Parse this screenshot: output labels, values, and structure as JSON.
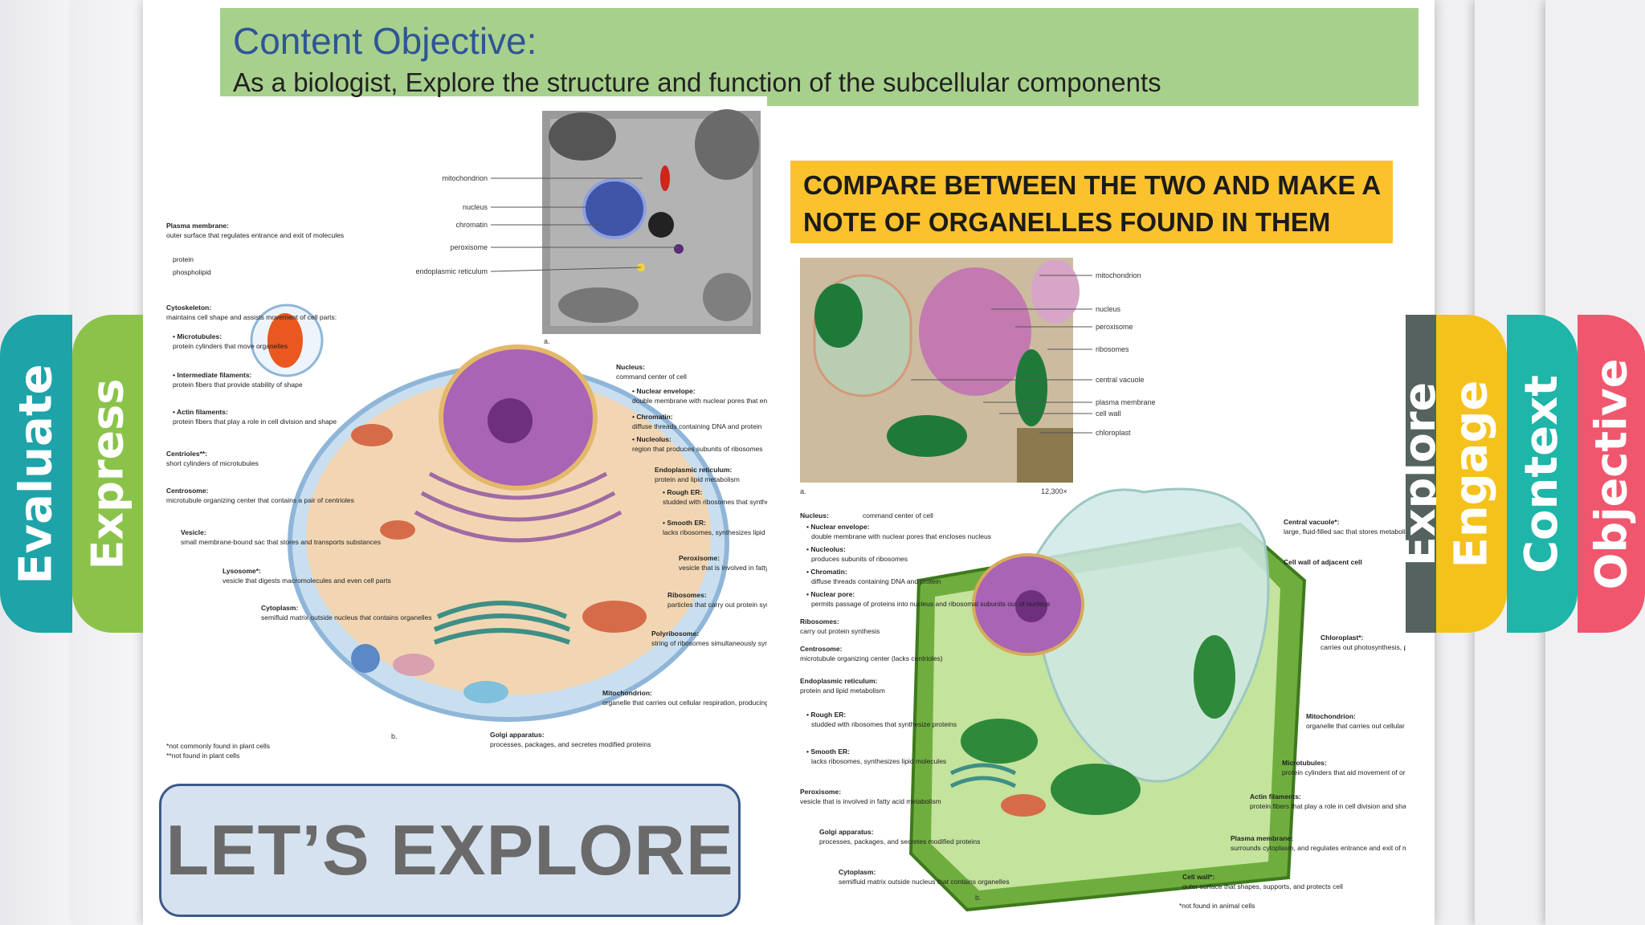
{
  "objective": {
    "title": "Content Objective:",
    "text": "As a biologist, Explore the structure and function of the subcellular components"
  },
  "compare_prompt": "COMPARE BETWEEN THE TWO AND MAKE A NOTE OF ORGANELLES FOUND IN THEM",
  "explore_button": "LET’S EXPLORE",
  "side_tabs": {
    "evaluate": "Evaluate",
    "express": "Express",
    "explore": "Explore",
    "engage": "Engage",
    "context": "Context",
    "objective": "Objective"
  },
  "animal_figure": {
    "micrograph_labels": [
      "mitochondrion",
      "nucleus",
      "chromatin",
      "peroxisome",
      "endoplasmic reticulum"
    ],
    "panel_a": "a.",
    "panel_b": "b.",
    "left_labels": [
      {
        "bold": "Plasma membrane:",
        "text": "outer surface that regulates entrance and exit of molecules"
      },
      {
        "bold": "",
        "text": "protein"
      },
      {
        "bold": "",
        "text": "phospholipid"
      },
      {
        "bold": "Cytoskeleton:",
        "text": "maintains cell shape and assists movement of cell parts:"
      },
      {
        "bold": "• Microtubules:",
        "text": "protein cylinders that move organelles"
      },
      {
        "bold": "• Intermediate filaments:",
        "text": "protein fibers that provide stability of shape"
      },
      {
        "bold": "• Actin filaments:",
        "text": "protein fibers that play a role in cell division and shape"
      },
      {
        "bold": "Centrioles**:",
        "text": "short cylinders of microtubules"
      },
      {
        "bold": "Centrosome:",
        "text": "microtubule organizing center that contains a pair of centrioles"
      },
      {
        "bold": "Vesicle:",
        "text": "small membrane-bound sac that stores and transports substances"
      },
      {
        "bold": "Lysosome*:",
        "text": "vesicle that digests macromolecules and even cell parts"
      },
      {
        "bold": "Cytoplasm:",
        "text": "semifluid matrix outside nucleus that contains organelles"
      }
    ],
    "right_labels": [
      {
        "bold": "Nucleus:",
        "text": "command center of cell"
      },
      {
        "bold": "• Nuclear envelope:",
        "text": "double membrane with nuclear pores that encloses nucleus"
      },
      {
        "bold": "• Chromatin:",
        "text": "diffuse threads containing DNA and protein"
      },
      {
        "bold": "• Nucleolus:",
        "text": "region that produces subunits of ribosomes"
      },
      {
        "bold": "Endoplasmic reticulum:",
        "text": "protein and lipid metabolism"
      },
      {
        "bold": "• Rough ER:",
        "text": "studded with ribosomes that synthesize proteins"
      },
      {
        "bold": "• Smooth ER:",
        "text": "lacks ribosomes, synthesizes lipid molecules"
      },
      {
        "bold": "Peroxisome:",
        "text": "vesicle that is involved in fatty acid metabolism"
      },
      {
        "bold": "Ribosomes:",
        "text": "particles that carry out protein synthesis"
      },
      {
        "bold": "Polyribosome:",
        "text": "string of ribosomes simultaneously synthesizing same protein"
      },
      {
        "bold": "Mitochondrion:",
        "text": "organelle that carries out cellular respiration, producing ATP molecules"
      },
      {
        "bold": "Golgi apparatus:",
        "text": "processes, packages, and secretes modified proteins"
      }
    ],
    "footnotes": [
      "*not commonly found in plant cells",
      "**not found in plant cells"
    ]
  },
  "plant_figure": {
    "micrograph_labels": [
      "mitochondrion",
      "nucleus",
      "peroxisome",
      "ribosomes",
      "central vacuole",
      "plasma membrane",
      "cell wall",
      "chloroplast"
    ],
    "magnification": "12,300×",
    "panel_a": "a.",
    "panel_b": "b.",
    "left_labels": [
      {
        "bold": "Nucleus:",
        "text": "command center of cell"
      },
      {
        "bold": "• Nuclear envelope:",
        "text": "double membrane with nuclear pores that encloses nucleus"
      },
      {
        "bold": "• Nucleolus:",
        "text": "produces subunits of ribosomes"
      },
      {
        "bold": "• Chromatin:",
        "text": "diffuse threads containing DNA and protein"
      },
      {
        "bold": "• Nuclear pore:",
        "text": "permits passage of proteins into nucleus and ribosomal subunits out of nucleus"
      },
      {
        "bold": "Ribosomes:",
        "text": "carry out protein synthesis"
      },
      {
        "bold": "Centrosome:",
        "text": "microtubule organizing center (lacks centrioles)"
      },
      {
        "bold": "Endoplasmic reticulum:",
        "text": "protein and lipid metabolism"
      },
      {
        "bold": "• Rough ER:",
        "text": "studded with ribosomes that synthesize proteins"
      },
      {
        "bold": "• Smooth ER:",
        "text": "lacks ribosomes, synthesizes lipid molecules"
      },
      {
        "bold": "Peroxisome:",
        "text": "vesicle that is involved in fatty acid metabolism"
      },
      {
        "bold": "Golgi apparatus:",
        "text": "processes, packages, and secretes modified proteins"
      },
      {
        "bold": "Cytoplasm:",
        "text": "semifluid matrix outside nucleus that contains organelles"
      }
    ],
    "right_labels": [
      {
        "bold": "Central vacuole*:",
        "text": "large, fluid-filled sac that stores metabolites and helps maintain turgor pressure"
      },
      {
        "bold": "Cell wall of adjacent cell",
        "text": ""
      },
      {
        "bold": "Chloroplast*:",
        "text": "carries out photosynthesis, producing sugars"
      },
      {
        "bold": "Mitochondrion:",
        "text": "organelle that carries out cellular respiration, producing ATP molecules"
      },
      {
        "bold": "Microtubules:",
        "text": "protein cylinders that aid movement of organelles"
      },
      {
        "bold": "Actin filaments:",
        "text": "protein fibers that play a role in cell division and shape"
      },
      {
        "bold": "Plasma membrane:",
        "text": "surrounds cytoplasm, and regulates entrance and exit of molecules"
      },
      {
        "bold": "Cell wall*:",
        "text": "outer surface that shapes, supports, and protects cell"
      }
    ],
    "footnote": "*not found in animal cells"
  },
  "colors": {
    "objective_bg": "#a8d08d",
    "objective_title": "#2f5597",
    "compare_bg": "#fcc22e",
    "button_bg": "#d7e2f0",
    "evaluate": "#1ea3a8",
    "express": "#8bc34a",
    "explore": "#55625f",
    "engage": "#f5c21b",
    "context": "#1fb5a9",
    "objective": "#f0566d"
  }
}
